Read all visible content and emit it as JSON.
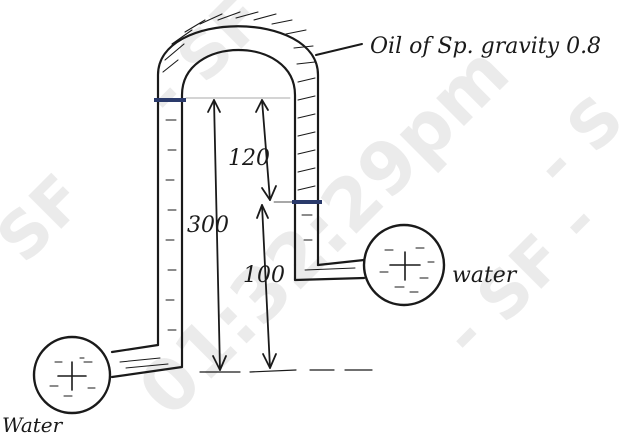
{
  "watermark": {
    "text_a": "- SF -",
    "text_b": "01:32:29pm",
    "text_c": "- SF -"
  },
  "labels": {
    "oil": "Oil of Sp. gravity 0.8",
    "water_left": "Water",
    "water_right": "water",
    "dim_120": "120",
    "dim_300": "300",
    "dim_100": "100"
  },
  "colors": {
    "ink": "#1a1a1a",
    "water_level_mark": "#2a3a6b",
    "watermark": "#ebebeb"
  }
}
